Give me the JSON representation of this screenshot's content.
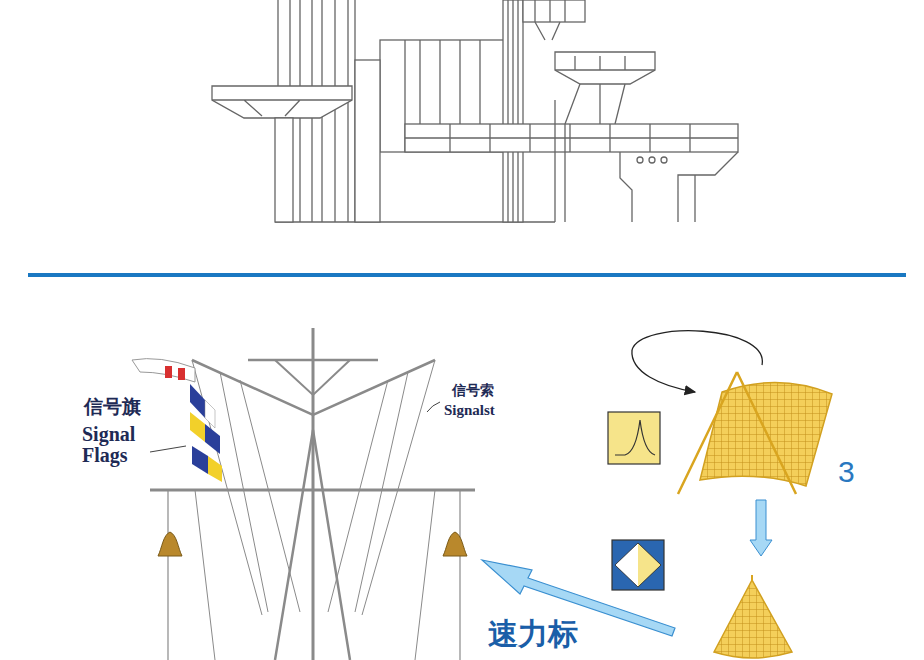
{
  "diagram": {
    "labels": [
      "信号旗",
      "Signal Flags",
      "信号索",
      "Signalst",
      "3",
      "速力标"
    ]
  }
}
